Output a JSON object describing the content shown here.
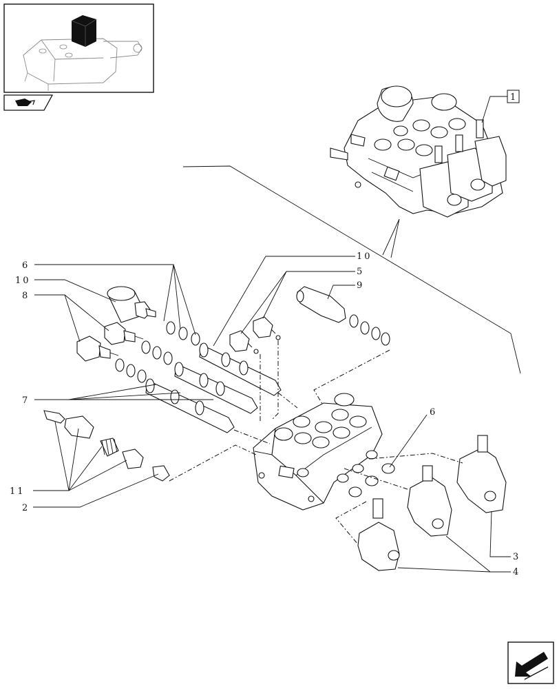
{
  "diagram": {
    "reference_box_label": "1",
    "callouts": {
      "c6_left": "6",
      "c10_left": "10",
      "c8": "8",
      "c7": "7",
      "c11": "11",
      "c2": "2",
      "c10_right": "10",
      "c5": "5",
      "c9": "9",
      "c6_right": "6",
      "c3": "3",
      "c4": "4"
    }
  },
  "icons": {
    "thumbnail": "tractor-lift-assembly-thumbnail-icon",
    "book": "book-section-icon",
    "next_page": "next-page-arrow-icon"
  }
}
